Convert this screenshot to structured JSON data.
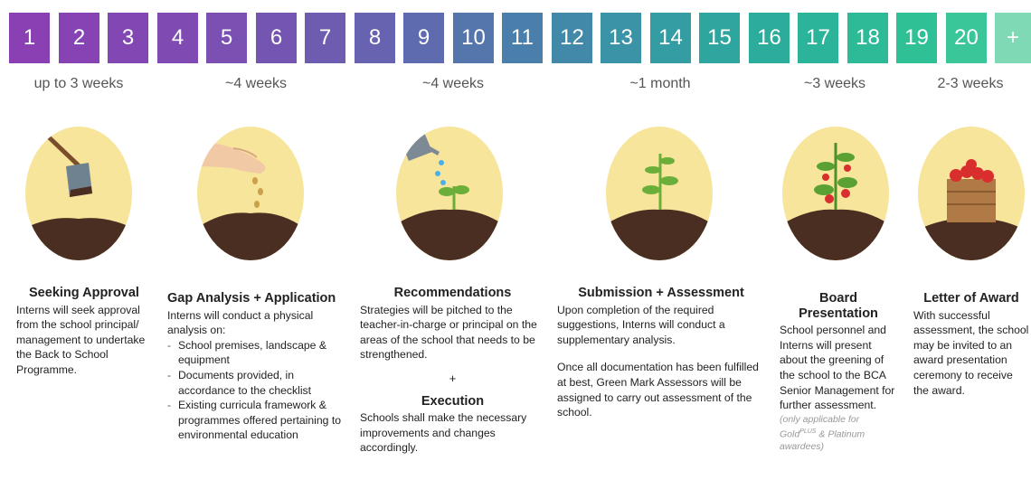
{
  "week_boxes": [
    {
      "label": "1",
      "color": "#8a3fb3"
    },
    {
      "label": "2",
      "color": "#8743b3"
    },
    {
      "label": "3",
      "color": "#8347b3"
    },
    {
      "label": "4",
      "color": "#7f4bb3"
    },
    {
      "label": "5",
      "color": "#7a50b3"
    },
    {
      "label": "6",
      "color": "#7555b2"
    },
    {
      "label": "7",
      "color": "#6e5cb1"
    },
    {
      "label": "8",
      "color": "#6763b0"
    },
    {
      "label": "9",
      "color": "#5f6baf"
    },
    {
      "label": "10",
      "color": "#5575ad"
    },
    {
      "label": "11",
      "color": "#4b7fab"
    },
    {
      "label": "12",
      "color": "#4289a9"
    },
    {
      "label": "13",
      "color": "#3a93a6"
    },
    {
      "label": "14",
      "color": "#349ca3"
    },
    {
      "label": "15",
      "color": "#2fa59f"
    },
    {
      "label": "16",
      "color": "#2cad9c"
    },
    {
      "label": "17",
      "color": "#2bb499"
    },
    {
      "label": "18",
      "color": "#2cba97"
    },
    {
      "label": "19",
      "color": "#30c096"
    },
    {
      "label": "20",
      "color": "#3ac698"
    },
    {
      "label": "+",
      "color": "#7fd9b4"
    }
  ],
  "durations": [
    "up to 3 weeks",
    "~4 weeks",
    "~4 weeks",
    "~1 month",
    "~3 weeks",
    "2-3 weeks"
  ],
  "stages": {
    "seeking": {
      "title": "Seeking Approval",
      "body": "Interns will seek approval from the school principal/ management to undertake the Back to School Programme."
    },
    "gap": {
      "title": "Gap Analysis + Application",
      "intro": "Interns will conduct a physical analysis on:",
      "items": [
        "School premises, landscape & equipment",
        "Documents provided, in accordance to the checklist",
        "Existing curricula framework & programmes offered pertaining to environmental education"
      ]
    },
    "recommendations": {
      "title": "Recommendations",
      "body": "Strategies will be pitched to the teacher-in-charge or principal on the areas of the school that needs to be strengthened.",
      "plus": "+",
      "execution_title": "Execution",
      "execution_body": "Schools shall make the necessary improvements and changes accordingly."
    },
    "submission": {
      "title": "Submission + Assessment",
      "body1": "Upon completion of the required suggestions, Interns will conduct a supplementary analysis.",
      "body2": "Once all documentation has been fulfilled at best, Green Mark Assessors will be assigned to carry out assessment of the school."
    },
    "board": {
      "title": "Board Presentation",
      "body": "School personnel and Interns will present about the greening of the school to the BCA Senior Management for further assessment.",
      "note_prefix": "(only applicable for Gold",
      "note_sup": "PLUS",
      "note_suffix": " & Platinum awardees)"
    },
    "award": {
      "title": "Letter of Award",
      "body": "With successful assessment, the school may be invited to an award presentation ceremony to receive the award."
    }
  },
  "colors": {
    "circle": "#f6e59a",
    "soil": "#4a2e22",
    "leaf": "#6cae3a"
  }
}
